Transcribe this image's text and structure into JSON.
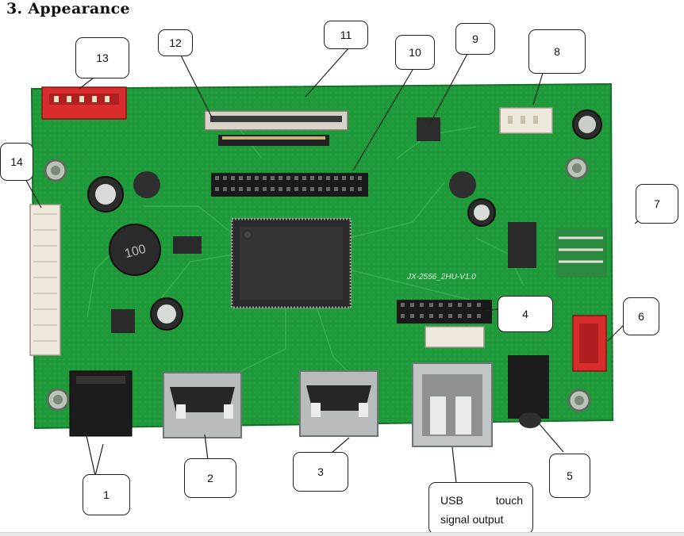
{
  "heading": "3. Appearance",
  "board_silkscreen": "JX-2556_2HU-V1.0",
  "chip_marking": "100",
  "callouts": {
    "c1": "1",
    "c2": "2",
    "c3": "3",
    "c4": "4",
    "c5": "5",
    "c6": "6",
    "c7": "7",
    "c8": "8",
    "c9": "9",
    "c10": "10",
    "c11": "11",
    "c12": "12",
    "c13": "13",
    "c14": "14",
    "usb_line1_a": "USB",
    "usb_line1_b": "touch",
    "usb_line2": "signal output"
  },
  "colors": {
    "pcb": "#1f9a3a",
    "pcb_dark": "#177a2d",
    "red_connector": "#d92c2c",
    "callout_border": "#222222"
  }
}
